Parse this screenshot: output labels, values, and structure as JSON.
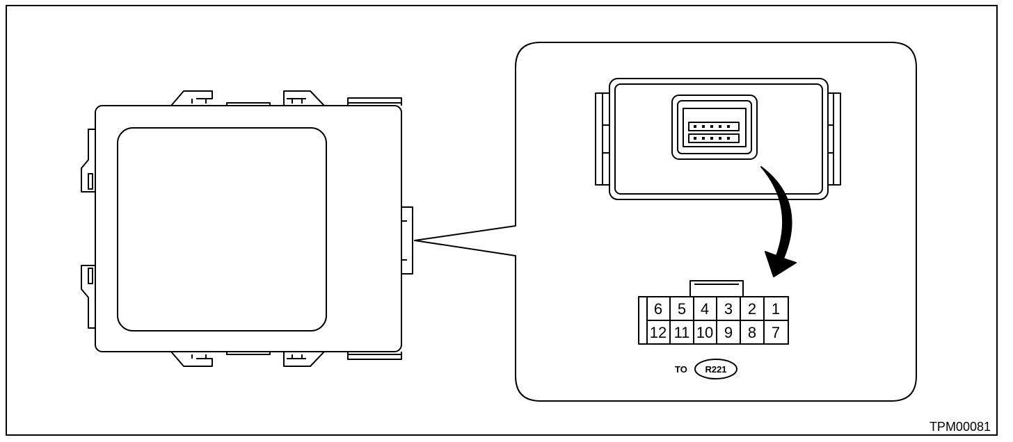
{
  "diagram": {
    "connector_pins": {
      "top_row": [
        "6",
        "5",
        "4",
        "3",
        "2",
        "1"
      ],
      "bottom_row": [
        "12",
        "11",
        "10",
        "9",
        "8",
        "7"
      ]
    },
    "to_label": "TO",
    "connector_ref": "R221",
    "figure_code": "TPM00081"
  }
}
